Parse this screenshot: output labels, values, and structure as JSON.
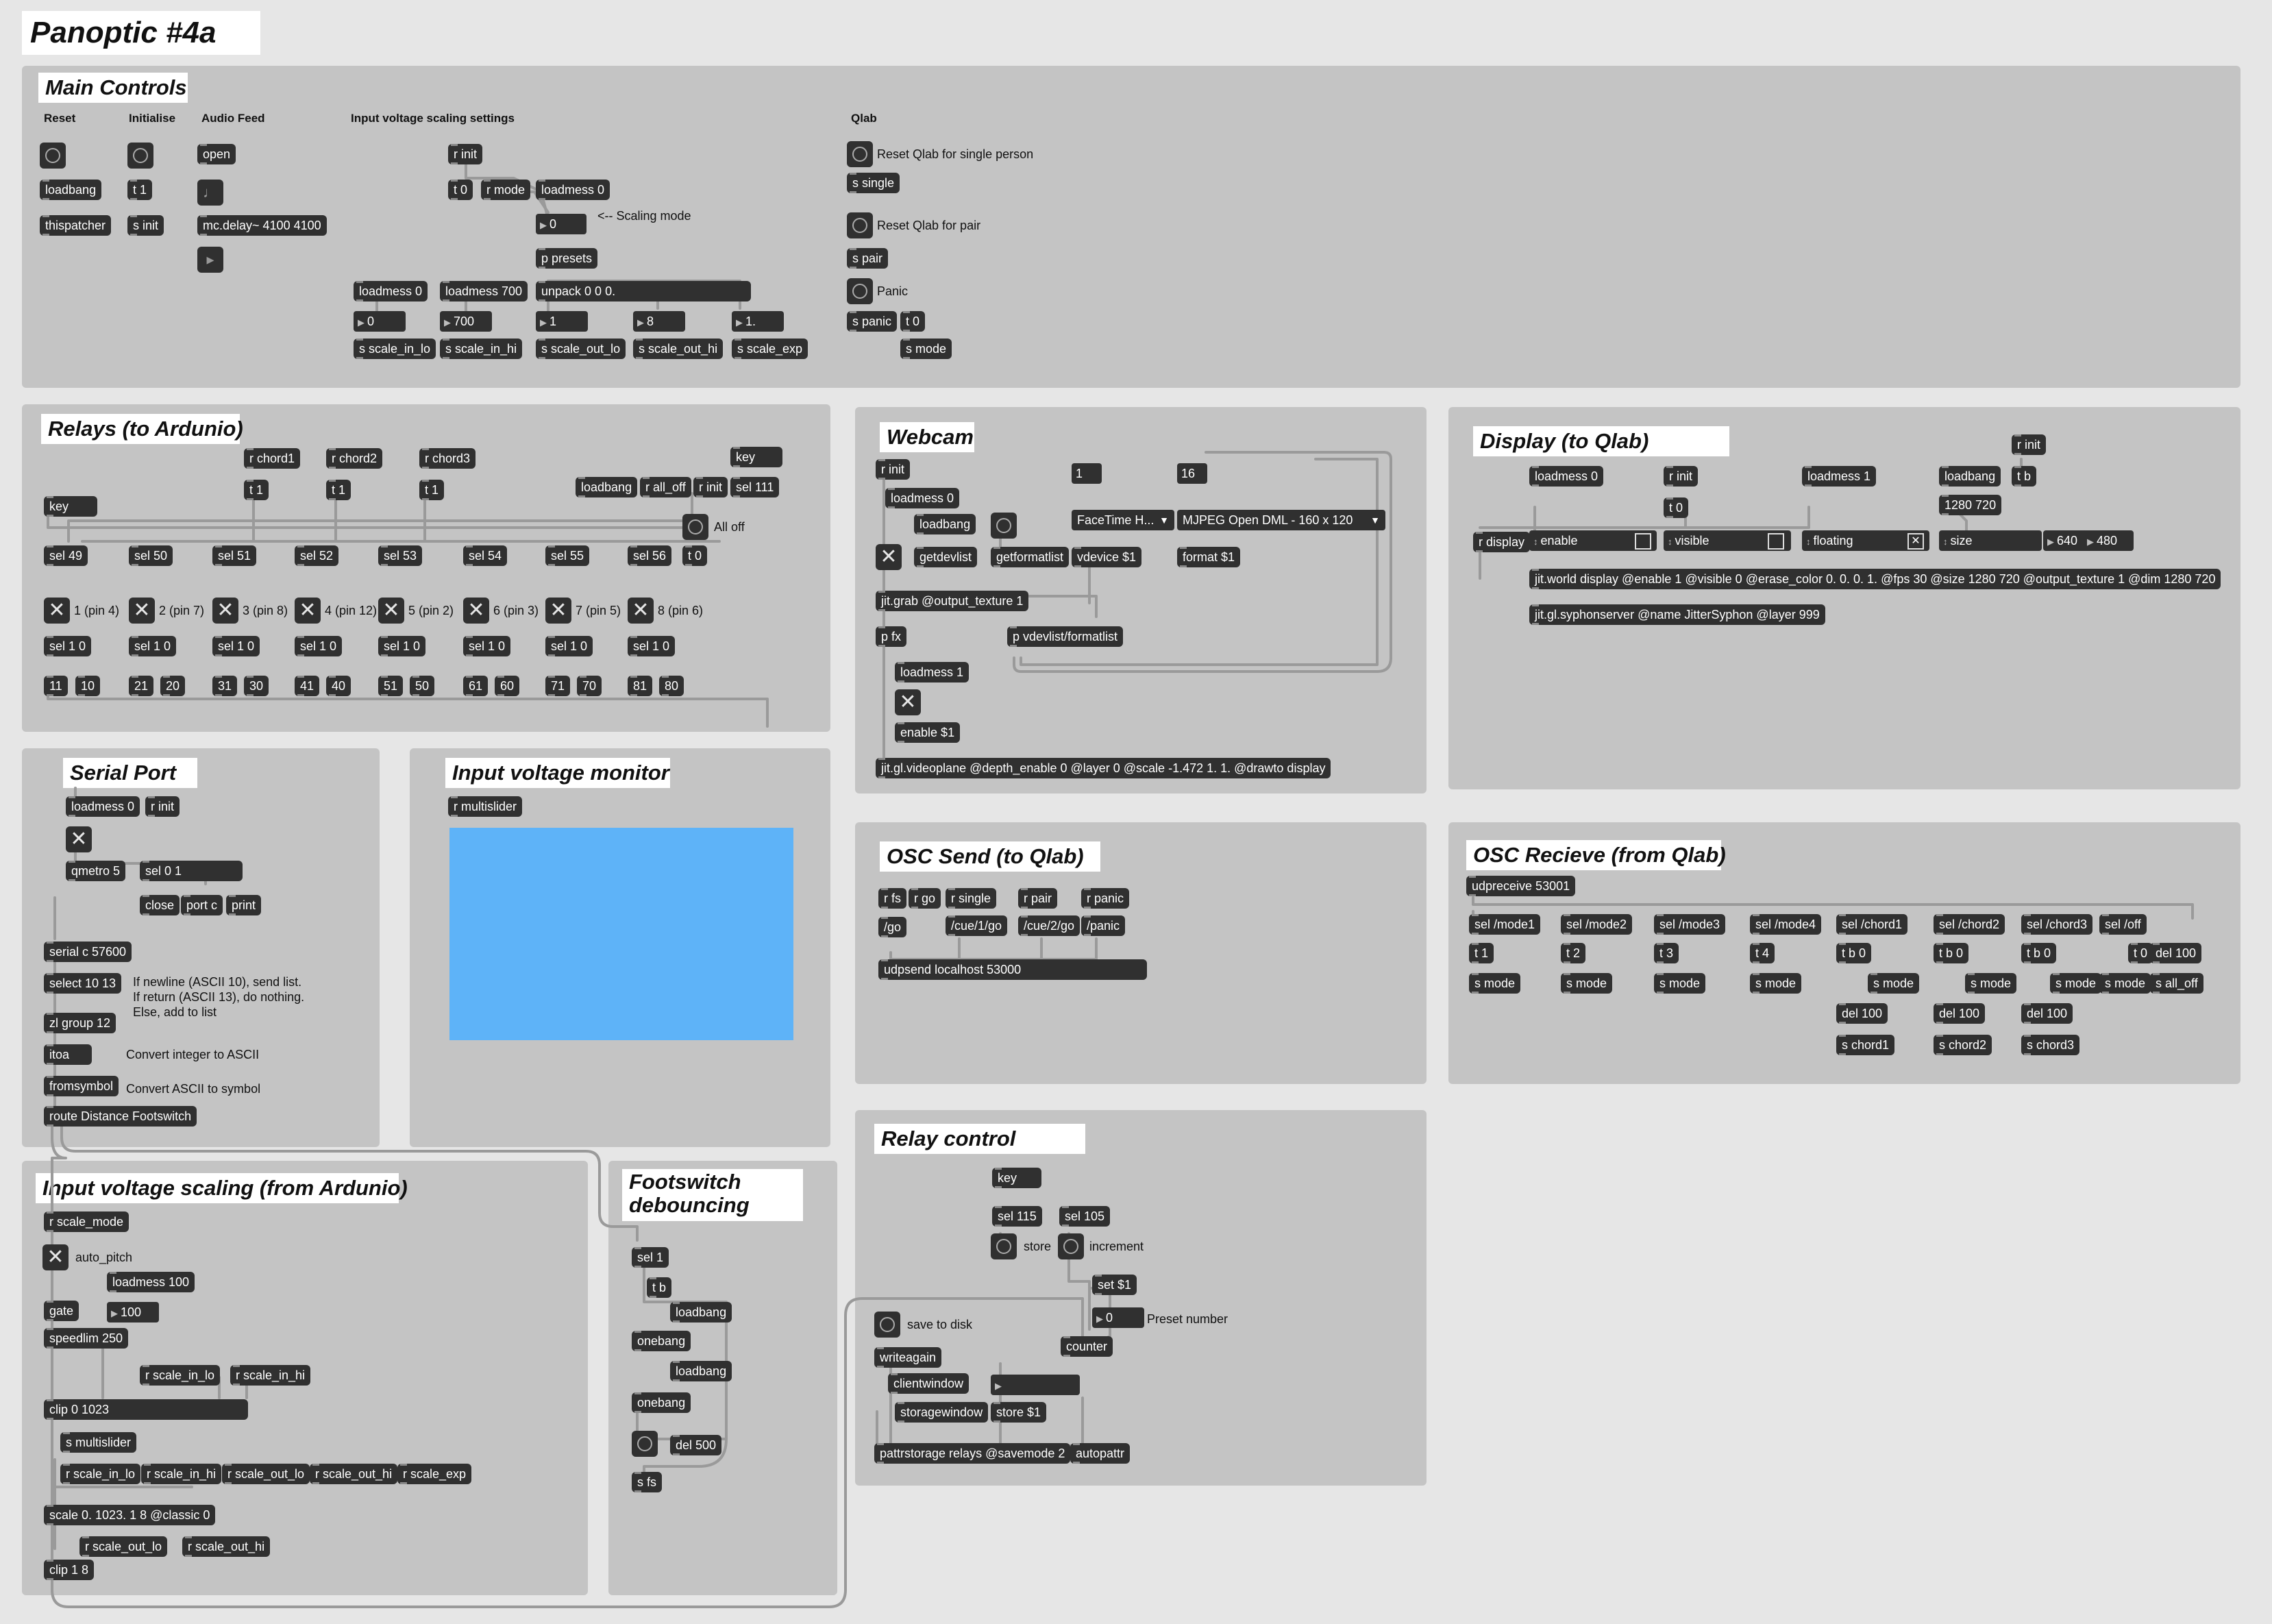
{
  "title": "Panoptic #4a",
  "panels": {
    "main": "Main Controls",
    "relays": "Relays (to Ardunio)",
    "webcam": "Webcam",
    "display": "Display (to Qlab)",
    "serial": "Serial Port",
    "monitor": "Input voltage monitor",
    "oscsend": "OSC Send (to Qlab)",
    "oscrecv": "OSC Recieve (from Qlab)",
    "scaling": "Input voltage scaling (from Ardunio)",
    "footswitch_1": "Footswitch",
    "footswitch_2": "debouncing",
    "relayctl": "Relay control"
  },
  "main": {
    "reset": "Reset",
    "initialise": "Initialise",
    "audiofeed": "Audio Feed",
    "scaling_settings": "Input voltage scaling settings",
    "qlab": "Qlab",
    "loadbang": "loadbang",
    "thispatcher": "thispatcher",
    "t1": "t 1",
    "sinit": "s init",
    "open": "open",
    "mcdelay": "mc.delay~ 4100 4100",
    "rinit": "r init",
    "t0": "t 0",
    "rmode": "r mode",
    "loadmess0": "loadmess 0",
    "num0": "0",
    "scaling_mode": "<-- Scaling mode",
    "presets": "p presets",
    "lm0": "loadmess 0",
    "lm700": "loadmess 700",
    "unpack": "unpack 0 0 0.",
    "n0": "0",
    "n700": "700",
    "n1": "1",
    "n8": "8",
    "n1f": "1.",
    "s1": "s scale_in_lo",
    "s2": "s scale_in_hi",
    "s3": "s scale_out_lo",
    "s4": "s scale_out_hi",
    "s5": "s scale_exp",
    "reset_single": "Reset Qlab for single person",
    "ssingle": "s single",
    "reset_pair": "Reset Qlab for pair",
    "spair": "s pair",
    "panic": "Panic",
    "spanic": "s panic",
    "t0b": "t 0",
    "smode": "s mode"
  },
  "relays": {
    "rchord1": "r chord1",
    "rchord2": "r chord2",
    "rchord3": "r chord3",
    "t1": "t 1",
    "key": "key",
    "key2": "key",
    "sel111": "sel 111",
    "loadbang": "loadbang",
    "rall_off": "r all_off",
    "rinit": "r init",
    "all_off": "All off",
    "t0": "t 0",
    "sels": [
      "sel 49",
      "sel 50",
      "sel 51",
      "sel 52",
      "sel 53",
      "sel 54",
      "sel 55",
      "sel 56"
    ],
    "pins": [
      "1 (pin 4)",
      "2 (pin 7)",
      "3 (pin 8)",
      "4 (pin 12)",
      "5 (pin 2)",
      "6 (pin 3)",
      "7 (pin 5)",
      "8 (pin 6)"
    ],
    "sel10": "sel 1 0",
    "msgs": [
      [
        "11",
        "10"
      ],
      [
        "21",
        "20"
      ],
      [
        "31",
        "30"
      ],
      [
        "41",
        "40"
      ],
      [
        "51",
        "50"
      ],
      [
        "61",
        "60"
      ],
      [
        "71",
        "70"
      ],
      [
        "81",
        "80"
      ]
    ]
  },
  "webcam": {
    "rinit": "r init",
    "loadmess0": "loadmess 0",
    "loadbang": "loadbang",
    "getdevlist": "getdevlist",
    "getformatlist": "getformatlist",
    "one": "1",
    "sixteen": "16",
    "device": "FaceTime H...",
    "format": "MJPEG Open DML - 160 x 120",
    "vdevice": "vdevice $1",
    "formatmsg": "format $1",
    "jitgrab": "jit.grab @output_texture 1",
    "pfx": "p fx",
    "pvdev": "p vdevlist/formatlist",
    "loadmess1": "loadmess 1",
    "enable": "enable $1",
    "videoplane": "jit.gl.videoplane @depth_enable 0 @layer 0 @scale -1.472 1. 1. @drawto display"
  },
  "display": {
    "rinit": "r init",
    "tb": "t b",
    "loadmess0": "loadmess 0",
    "rinit2": "r init",
    "loadmess1": "loadmess 1",
    "loadbang": "loadbang",
    "size_msg": "1280 720",
    "t0": "t 0",
    "rdisplay": "r display",
    "enable": "enable",
    "visible": "visible",
    "floating": "floating",
    "size": "size",
    "w": "640",
    "h": "480",
    "jitworld": "jit.world display @enable 1 @visible 0 @erase_color 0. 0. 0. 1. @fps 30 @size 1280 720 @output_texture 1 @dim 1280 720",
    "syphon": "jit.gl.syphonserver @name JitterSyphon @layer 999"
  },
  "serial": {
    "loadmess0": "loadmess 0",
    "rinit": "r init",
    "qmetro": "qmetro 5",
    "sel01": "sel 0 1",
    "close": "close",
    "portc": "port c",
    "print": "print",
    "serial": "serial c 57600",
    "select": "select 10 13",
    "c1": "If newline (ASCII 10), send list.",
    "c2": "If return (ASCII 13), do nothing.",
    "c3": "Else, add to list",
    "zlgroup": "zl group 12",
    "itoa": "itoa",
    "c4": "Convert integer to ASCII",
    "fromsymbol": "fromsymbol",
    "c5": "Convert ASCII to symbol",
    "route": "route Distance Footswitch"
  },
  "monitor": {
    "rmulti": "r multislider",
    "color": "#5eb3f8"
  },
  "oscsend": {
    "rfs": "r fs",
    "rgo": "r go",
    "rsingle": "r single",
    "rpair": "r pair",
    "rpanic": "r panic",
    "go": "/go",
    "cue1": "/cue/1/go",
    "cue2": "/cue/2/go",
    "panicmsg": "/panic",
    "udpsend": "udpsend localhost 53000"
  },
  "oscrecv": {
    "udpreceive": "udpreceive 53001",
    "sels": [
      "sel /mode1",
      "sel /mode2",
      "sel /mode3",
      "sel /mode4",
      "sel /chord1",
      "sel /chord2",
      "sel /chord3",
      "sel /off"
    ],
    "row2": [
      "t 1",
      "t 2",
      "t 3",
      "t 4",
      "t b 0",
      "t b 0",
      "t b 0",
      "t 0",
      "del 100"
    ],
    "smode": "s mode",
    "sall_off": "s all_off",
    "del100": "del 100",
    "chords": [
      "s chord1",
      "s chord2",
      "s chord3"
    ]
  },
  "scaling": {
    "rscale_mode": "r scale_mode",
    "auto_pitch": "auto_pitch",
    "loadmess100": "loadmess 100",
    "gate": "gate",
    "n100": "100",
    "speedlim": "speedlim 250",
    "r_in_lo": "r scale_in_lo",
    "r_in_hi": "r scale_in_hi",
    "clip": "clip 0 1023",
    "smulti": "s multislider",
    "r_out_lo": "r scale_out_lo",
    "r_out_hi": "r scale_out_hi",
    "r_exp": "r scale_exp",
    "scale": "scale 0. 1023. 1 8 @classic 0",
    "clip18": "clip 1 8"
  },
  "footswitch": {
    "sel1": "sel 1",
    "tb": "t b",
    "loadbang": "loadbang",
    "onebang": "onebang",
    "del500": "del 500",
    "sfs": "s fs"
  },
  "relayctl": {
    "key": "key",
    "sel115": "sel 115",
    "sel105": "sel 105",
    "store": "store",
    "increment": "increment",
    "set1": "set $1",
    "n0": "0",
    "preset": "Preset number",
    "counter": "counter",
    "save": "save to disk",
    "writeagain": "writeagain",
    "clientwindow": "clientwindow",
    "storagewindow": "storagewindow",
    "store1": "store $1",
    "pattr": "pattrstorage relays @savemode 2",
    "autopattr": "autopattr"
  }
}
